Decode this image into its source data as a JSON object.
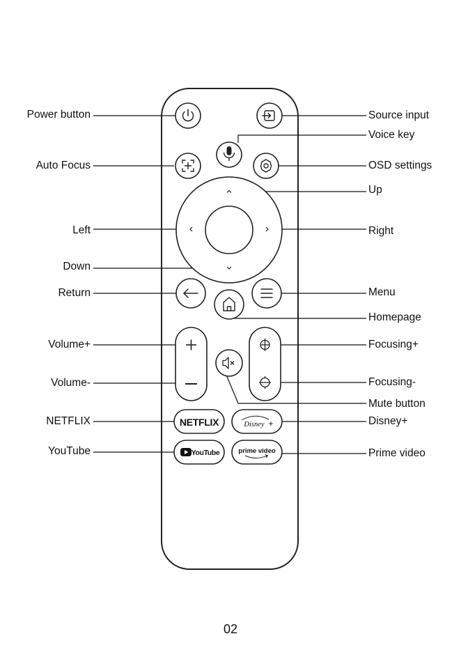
{
  "labels": {
    "left": {
      "power": "Power button",
      "auto_focus": "Auto Focus",
      "left": "Left",
      "down": "Down",
      "return": "Return",
      "volume_up": "Volume+",
      "volume_down": "Volume-",
      "netflix": "NETFLIX",
      "youtube": "YouTube"
    },
    "right": {
      "source": "Source input",
      "voice": "Voice key",
      "osd": "OSD settings",
      "up": "Up",
      "right": "Right",
      "menu": "Menu",
      "homepage": "Homepage",
      "focus_up": "Focusing+",
      "focus_down": "Focusing-",
      "mute": "Mute button",
      "disney": "Disney+",
      "prime": "Prime video"
    }
  },
  "buttons": {
    "netflix_text": "NETFLIX",
    "disney_text": "Disney",
    "disney_plus": "+",
    "youtube_text": "YouTube",
    "prime_text": "prime video"
  },
  "page_number": "02",
  "colors": {
    "line": "#111111",
    "stroke": "#222222",
    "background": "#ffffff"
  }
}
